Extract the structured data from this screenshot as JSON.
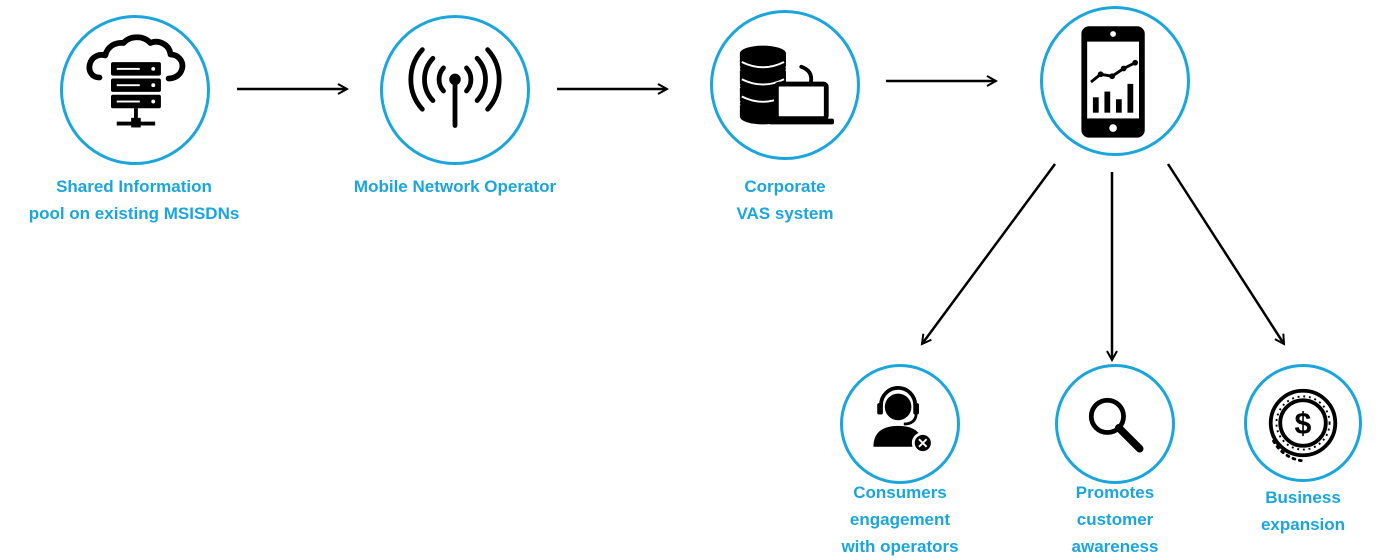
{
  "colors": {
    "accent": "#1aa6dc",
    "icon": "#000000",
    "arrow": "#000000"
  },
  "nodes": [
    {
      "id": "shared-information-pool",
      "icon": "cloud-server-icon",
      "label": "Shared Information\npool on existing MSISDNs"
    },
    {
      "id": "mobile-network-operator",
      "icon": "antenna-signal-icon",
      "label": "Mobile Network Operator"
    },
    {
      "id": "corporate-vas-system",
      "icon": "database-laptop-icon",
      "label": "Corporate\nVAS system"
    },
    {
      "id": "mobile-analytics",
      "icon": "smartphone-chart-icon",
      "label": ""
    },
    {
      "id": "consumers-engagement",
      "icon": "support-agent-icon",
      "label": "Consumers\nengagement\nwith operators"
    },
    {
      "id": "promotes-awareness",
      "icon": "magnifier-icon",
      "label": "Promotes\ncustomer\nawareness"
    },
    {
      "id": "business-expansion",
      "icon": "dollar-coin-icon",
      "label": "Business\nexpansion"
    }
  ],
  "edges": [
    {
      "from": "shared-information-pool",
      "to": "mobile-network-operator"
    },
    {
      "from": "mobile-network-operator",
      "to": "corporate-vas-system"
    },
    {
      "from": "corporate-vas-system",
      "to": "mobile-analytics"
    },
    {
      "from": "mobile-analytics",
      "to": "consumers-engagement"
    },
    {
      "from": "mobile-analytics",
      "to": "promotes-awareness"
    },
    {
      "from": "mobile-analytics",
      "to": "business-expansion"
    }
  ]
}
